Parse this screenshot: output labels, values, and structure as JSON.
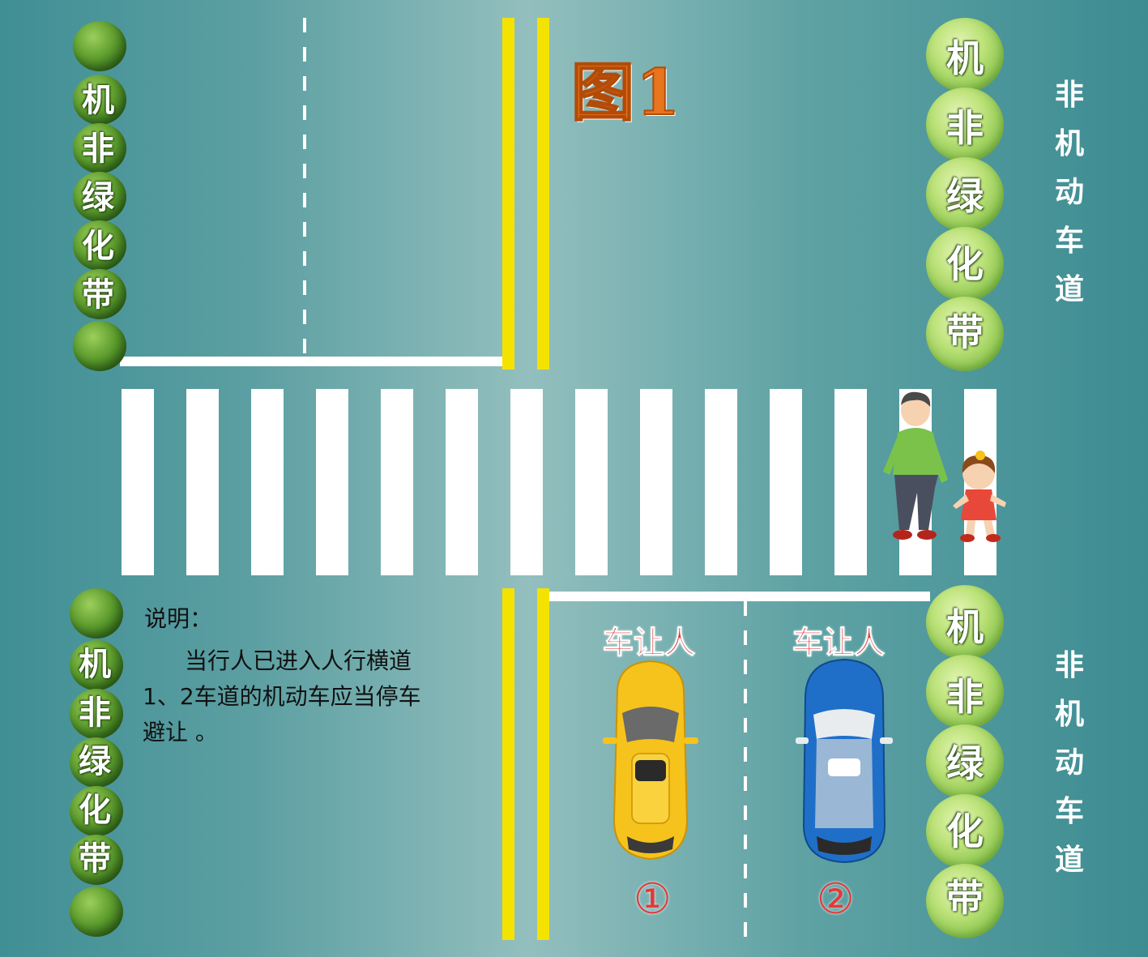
{
  "title": "图1",
  "greenbelt_text": [
    "机",
    "非",
    "绿",
    "化",
    "带"
  ],
  "nonmotor_lane_text": [
    "非",
    "机",
    "动",
    "车",
    "道"
  ],
  "note": {
    "heading": "说明：",
    "lines": [
      "当行人已进入人行横道",
      "1、2车道的机动车应当停车",
      "避让 。"
    ]
  },
  "lanes": [
    {
      "yield_label": "车让人",
      "number": "①",
      "car_color": "#f6c21c"
    },
    {
      "yield_label": "车让人",
      "number": "②",
      "car_color": "#1f6fc9"
    }
  ],
  "colors": {
    "road": "#5fa2a4",
    "center_line": "#f4e200",
    "marking": "#ffffff",
    "label_red": "#e23a3a",
    "title_orange": "#e8741e"
  },
  "icons": [
    "pedestrian-adult-icon",
    "pedestrian-child-icon",
    "yellow-car-icon",
    "blue-car-icon",
    "bush-icon"
  ]
}
